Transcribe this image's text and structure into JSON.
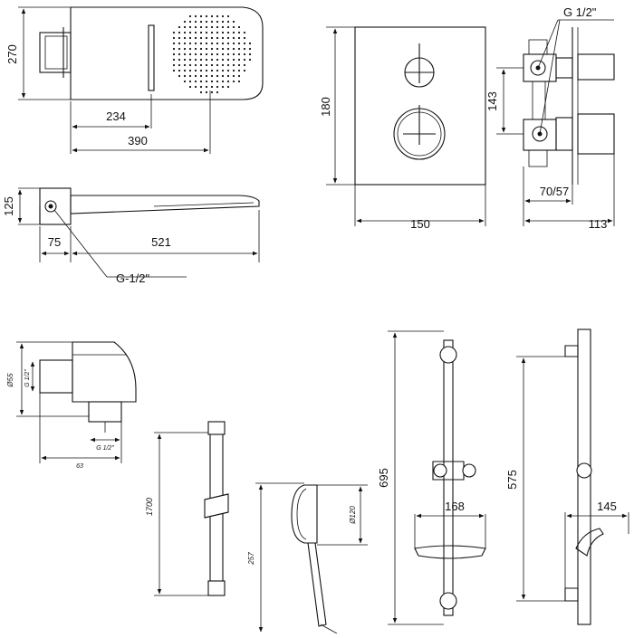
{
  "drawing": {
    "shower_head_top": {
      "height": "270",
      "inner_width": "234",
      "overall_width": "390"
    },
    "shower_head_side": {
      "height": "125",
      "offset": "75",
      "length": "521",
      "connection": "G-1/2\""
    },
    "thermostat_front": {
      "height": "180",
      "width": "150"
    },
    "thermostat_side": {
      "connection": "G 1/2\"",
      "spacing": "143",
      "depth_range": "70/57",
      "depth": "113"
    },
    "wall_outlet": {
      "diameter": "Ø55",
      "thread_top": "G 1/2\"",
      "thread_bottom": "G 1/2\"",
      "length": "63"
    },
    "hose": {
      "length": "1700"
    },
    "hand_shower": {
      "length": "257",
      "diameter": "Ø120"
    },
    "rail_front": {
      "height": "695",
      "width": "168"
    },
    "rail_side": {
      "height": "575",
      "depth": "145"
    }
  }
}
